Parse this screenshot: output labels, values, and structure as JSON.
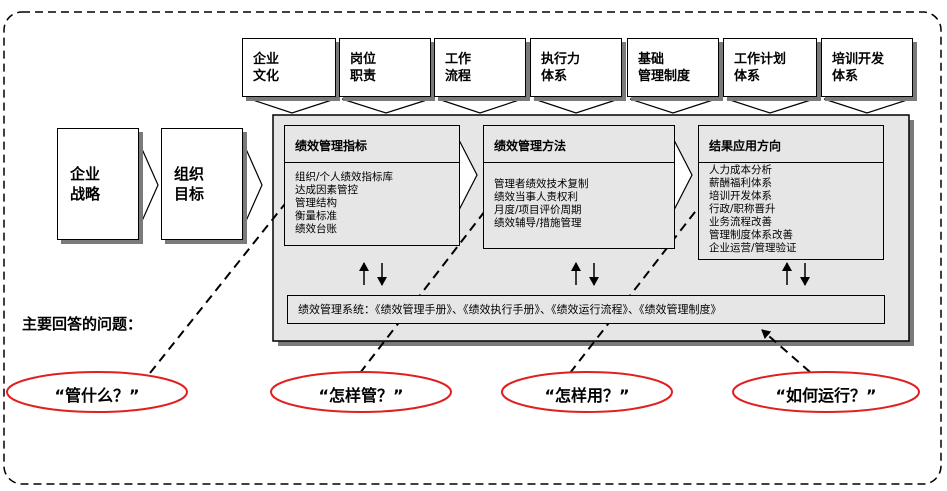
{
  "top_boxes": [
    {
      "label": "企业\n文化"
    },
    {
      "label": "岗位\n职责"
    },
    {
      "label": "工作\n流程"
    },
    {
      "label": "执行力\n体系"
    },
    {
      "label": "基础\n管理制度"
    },
    {
      "label": "工作计划\n体系"
    },
    {
      "label": "培训开发\n体系"
    }
  ],
  "left_boxes": [
    {
      "label": "企业\n战略"
    },
    {
      "label": "组织\n目标"
    }
  ],
  "panels": [
    {
      "title": "绩效管理指标",
      "items": [
        "组织/个人绩效指标库",
        "达成因素管控",
        "管理结构",
        "衡量标准",
        "绩效台账"
      ]
    },
    {
      "title": "绩效管理方法",
      "items": [
        "管理者绩效技术复制",
        "绩效当事人责权利",
        "月度/项目评价周期",
        "绩效辅导/措施管理"
      ]
    },
    {
      "title": "结果应用方向",
      "items": [
        "人力成本分析",
        "薪酬福利体系",
        "培训开发体系",
        "行政/职称晋升",
        "业务流程改善",
        "管理制度体系改善",
        "企业运营/管理验证"
      ]
    }
  ],
  "system_bar": "绩效管理系统：《绩效管理手册》、《绩效执行手册》、《绩效运行流程》、《绩效管理制度》",
  "question_label": "主要回答的问题：",
  "questions": [
    "“管什么？”",
    "“怎样管？”",
    "“怎样用？”",
    "“如何运行？”"
  ],
  "colors": {
    "ellipse": "#e02020",
    "panel_fill": "#e6e6e6",
    "shadow": "#7a7a7a"
  }
}
